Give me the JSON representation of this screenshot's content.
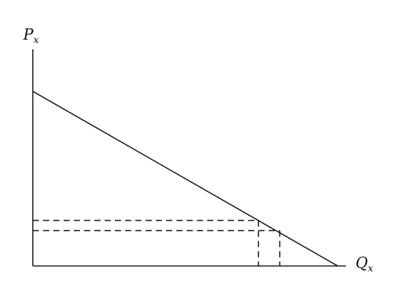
{
  "chart_data": {
    "type": "line",
    "xlabel": {
      "main": "Q",
      "sub": "x"
    },
    "ylabel": {
      "main": "P",
      "sub": "x"
    },
    "xlim": [
      0,
      10
    ],
    "ylim": [
      0,
      10
    ],
    "grid": false,
    "series": [
      {
        "x": [
          0,
          10
        ],
        "y": [
          8.6,
          0
        ]
      }
    ],
    "reference_points": [
      {
        "x": 7.4,
        "y": 2.24
      },
      {
        "x": 8.1,
        "y": 1.74
      }
    ]
  },
  "colors": {
    "line": "#111111",
    "background": "#ffffff"
  }
}
